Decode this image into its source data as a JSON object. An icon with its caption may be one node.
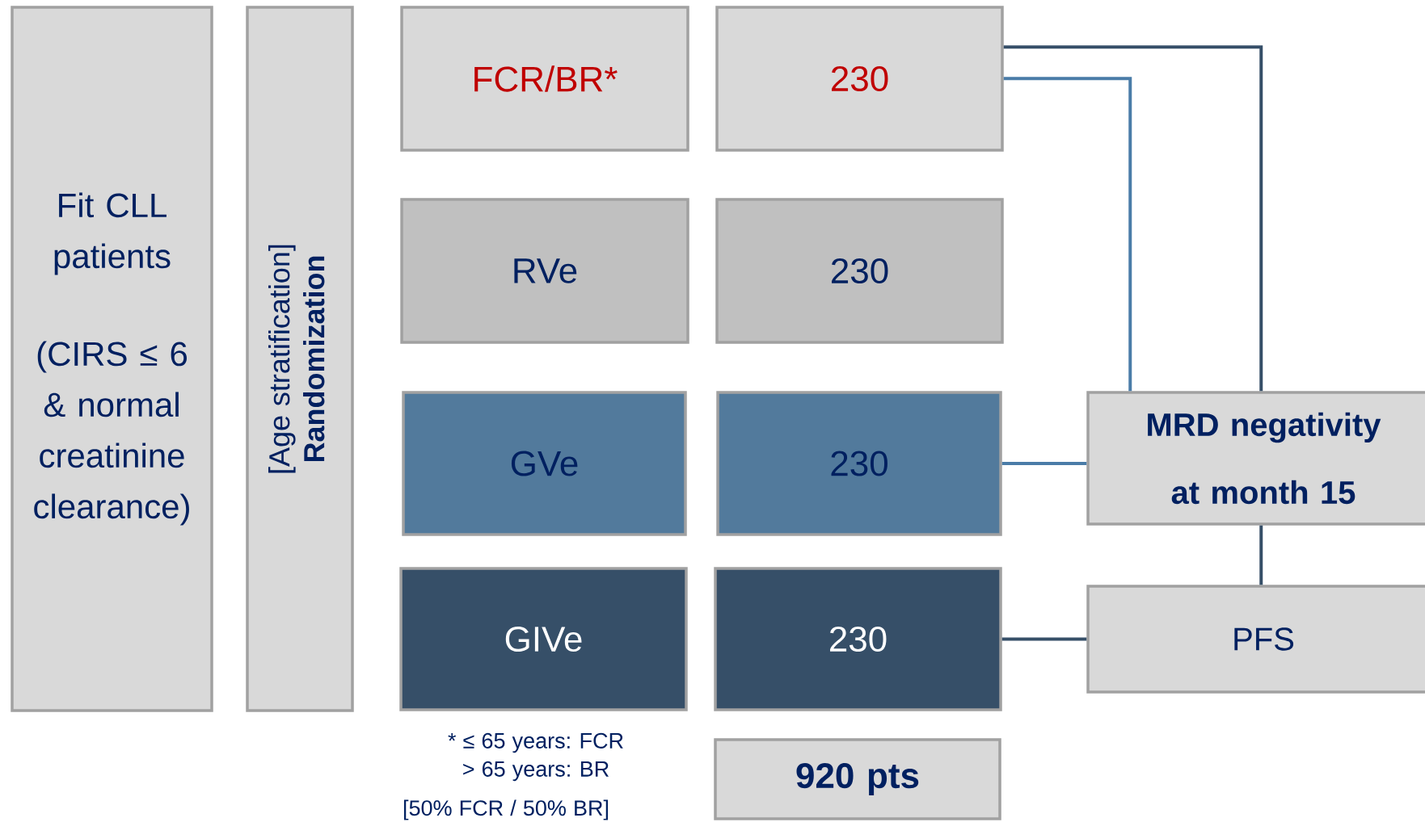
{
  "diagram": {
    "nodes": [
      {
        "text": [
          "Fit CLL patients",
          "(CIRS ≤ 6 & normal creatinine clearance)"
        ]
      },
      {
        "text": [
          "[Age stratification]",
          "Randomization"
        ]
      },
      {
        "text": [
          "FCR/BR*"
        ]
      },
      {
        "text": [
          "230"
        ]
      },
      {
        "text": [
          "RVe"
        ]
      },
      {
        "text": [
          "230"
        ]
      },
      {
        "text": [
          "GVe"
        ]
      },
      {
        "text": [
          "230"
        ]
      },
      {
        "text": [
          "GIVe"
        ]
      },
      {
        "text": [
          "230"
        ]
      },
      {
        "text": [
          "MRD negativity at month 15"
        ]
      },
      {
        "text": [
          "PFS"
        ]
      },
      {
        "text": [
          "920 pts"
        ]
      }
    ],
    "edges": [
      {
        "from": 3,
        "to": 10,
        "arrow": "none"
      },
      {
        "from": 3,
        "to": 10,
        "arrow": "none",
        "color": "#4a7ca8"
      },
      {
        "from": 7,
        "to": 10,
        "arrow": "none",
        "color": "#4a7ca8"
      },
      {
        "from": 10,
        "to": 11,
        "arrow": "none"
      },
      {
        "from": 9,
        "to": 11,
        "arrow": "none"
      }
    ],
    "labels": [
      "* ≤ 65 years: FCR",
      "> 65 years: BR",
      "[50% FCR / 50% BR]"
    ]
  }
}
